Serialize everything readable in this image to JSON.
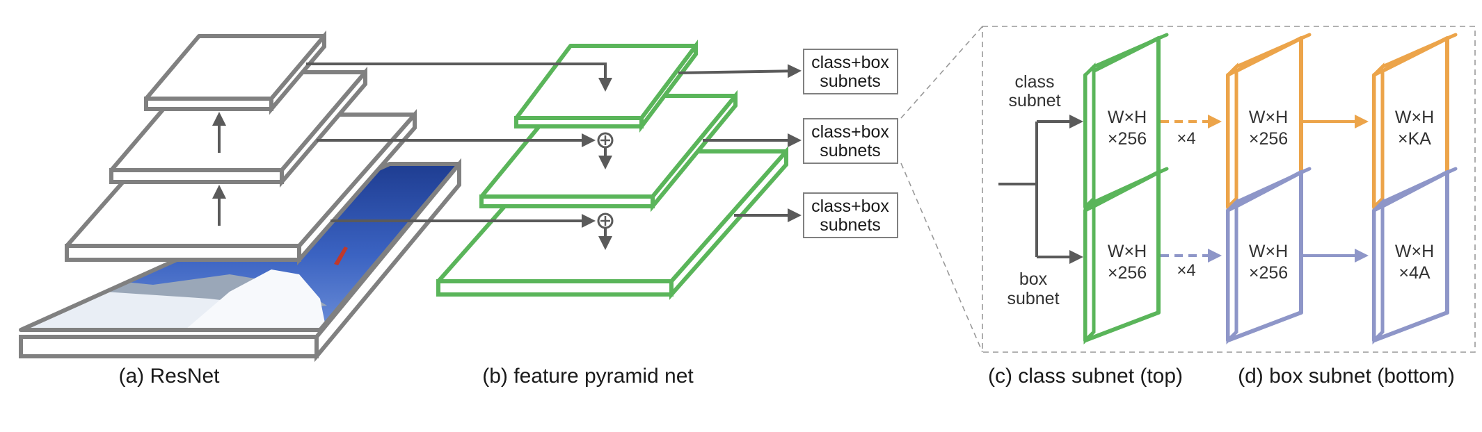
{
  "captions": {
    "resnet": "(a) ResNet",
    "fpn": "(b) feature pyramid net",
    "class_subnet": "(c) class subnet (top)",
    "box_subnet": "(d) box subnet (bottom)"
  },
  "subnet_box": {
    "line1": "class+box",
    "line2": "subnets"
  },
  "branch": {
    "class_line1": "class",
    "class_line2": "subnet",
    "box_line1": "box",
    "box_line2": "subnet"
  },
  "tensors": {
    "wh": "W×H",
    "c256": "×256",
    "ka": "×KA",
    "a4": "×4A"
  },
  "repeat": "×4",
  "colors": {
    "gray": "#808080",
    "arrow": "#5a5a5a",
    "green": "#5ab55a",
    "orange": "#eca44a",
    "purple": "#8e96c8"
  }
}
